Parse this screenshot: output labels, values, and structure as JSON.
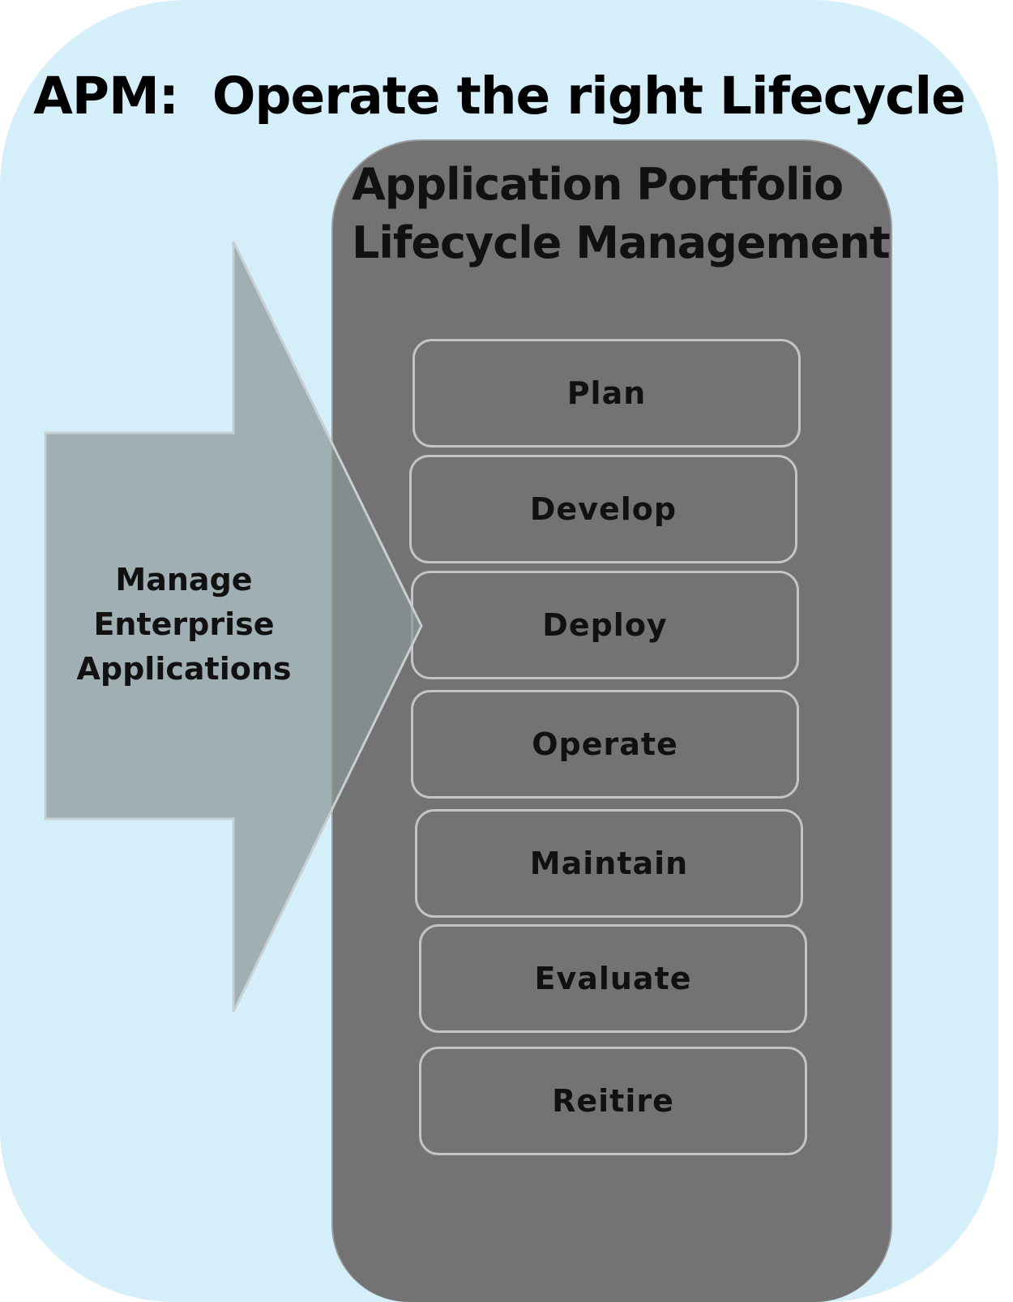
{
  "title": "APM:  Operate the right Lifecycle",
  "panel": {
    "title_line1": "Application Portfolio",
    "title_line2": "Lifecycle Management"
  },
  "input_arrow": {
    "lines": [
      "Manage",
      "Enterprise",
      "Applications"
    ]
  },
  "stages": [
    {
      "label": "Plan"
    },
    {
      "label": "Develop"
    },
    {
      "label": "Deploy"
    },
    {
      "label": "Operate"
    },
    {
      "label": "Maintain"
    },
    {
      "label": "Evaluate"
    },
    {
      "label": "Reitire"
    }
  ],
  "colors": {
    "background": "#d5effa",
    "panel": "#737373",
    "arrow": "#8c9599",
    "stage_border": "#c4c4c4",
    "text": "#111111"
  }
}
